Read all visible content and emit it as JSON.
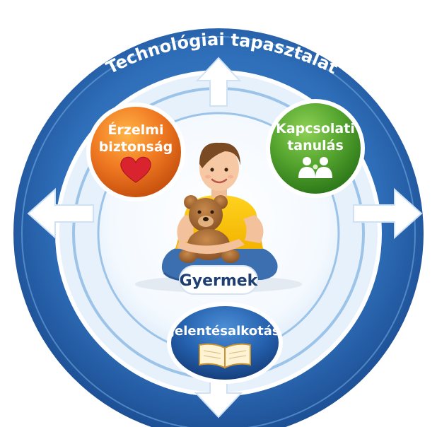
{
  "diagram": {
    "outer_ring_title": "Technológiai tapasztalat",
    "center": {
      "label": "Gyermek",
      "image": "child-with-teddy-bear"
    },
    "nodes": {
      "emotional": {
        "line1": "Érzelmi",
        "line2": "biztonság",
        "color": "#ec6b1e",
        "icon": "heart-icon"
      },
      "relational": {
        "line1": "Kapcsolati",
        "line2": "tanulás",
        "color": "#4f9a2c",
        "icon": "people-icon"
      },
      "meaning": {
        "label": "Jelentésalkotás",
        "color": "#1f5fae",
        "icon": "book-icon"
      }
    },
    "colors": {
      "outer_ring": "#2f6fba",
      "inner_rings": "#9cc3e8",
      "arrows": "#ffffff"
    }
  }
}
